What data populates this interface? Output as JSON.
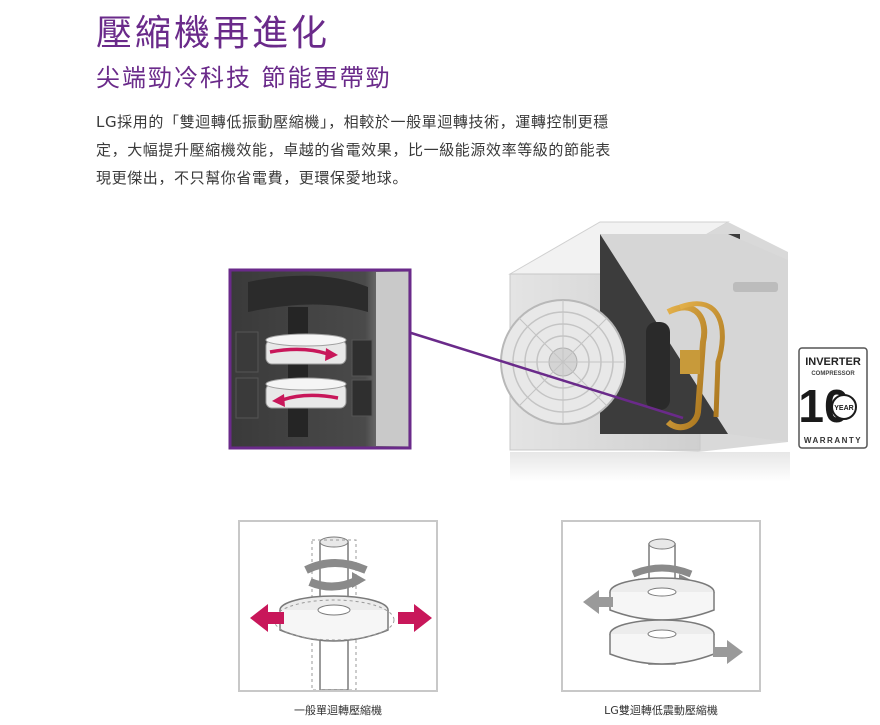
{
  "header": {
    "title": "壓縮機再進化",
    "subtitle": "尖端勁冷科技 節能更帶勁"
  },
  "body": {
    "lines": [
      "LG採用的「雙迴轉低振動壓縮機」，相較於一般單迴轉技術，運轉控制更穩",
      "定，大幅提升壓縮機效能，卓越的省電效果，比一級能源效率等級的節能表",
      "現更傑出，不只幫你省電費，更環保愛地球。"
    ]
  },
  "badge": {
    "top": "INVERTER",
    "sub": "COMPRESSOR",
    "number": "10",
    "unit": "YEAR",
    "bottom": "WARRANTY"
  },
  "diagrams": {
    "left_caption": "一般單迴轉壓縮機",
    "right_caption": "LG雙迴轉低震動壓縮機"
  },
  "colors": {
    "title": "#6a2a8a",
    "accent_magenta": "#c8175a",
    "arrow_grey": "#9a9a9a",
    "zoom_border": "#6a2a8a"
  }
}
